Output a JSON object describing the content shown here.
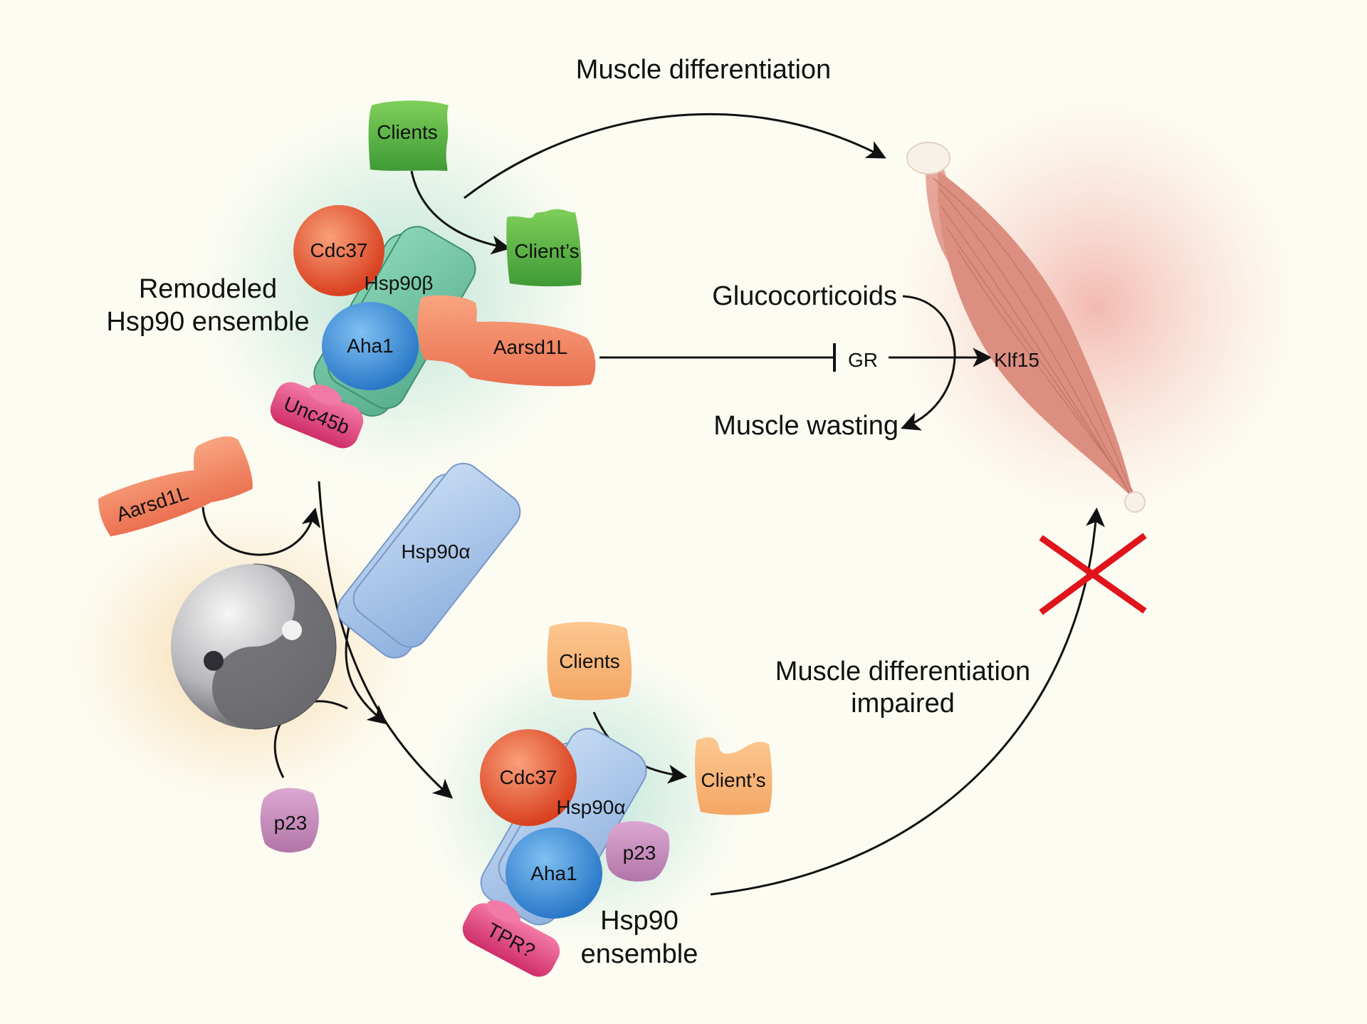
{
  "labels": {
    "muscle_differentiation": "Muscle differentiation",
    "remodeled_line1": "Remodeled",
    "remodeled_line2": "Hsp90 ensemble",
    "glucocorticoids": "Glucocorticoids",
    "gr": "GR",
    "klf15": "Klf15",
    "muscle_wasting": "Muscle wasting",
    "impaired_line1": "Muscle differentiation",
    "impaired_line2": "impaired",
    "ensemble_line1": "Hsp90",
    "ensemble_line2": "ensemble"
  },
  "proteins": {
    "clients": "Clients",
    "clients_bound": "Client’s",
    "cdc37": "Cdc37",
    "hsp90b": "Hsp90β",
    "hsp90a": "Hsp90α",
    "aha1": "Aha1",
    "aarsd1l": "Aarsd1L",
    "unc45b": "Unc45b",
    "p23": "p23",
    "tpr": "TPR?"
  },
  "colors": {
    "background": "#fdfcf3",
    "client_green": "#5cb844",
    "client_orange": "#f8b478",
    "cdc37_red": "#e04a2c",
    "hsp90b_teal": "#72c4a4",
    "hsp90a_blue": "#a8c4e6",
    "aha1_blue": "#3f8ed8",
    "aarsd1l_salmon": "#f0845f",
    "unc45b_pink": "#e0447e",
    "p23_purple": "#c890bf",
    "muscle": "#dc9488",
    "cross_red": "#e0141a"
  },
  "icons": [
    "yin-yang-icon",
    "muscle-icon",
    "cross-mark-icon"
  ]
}
